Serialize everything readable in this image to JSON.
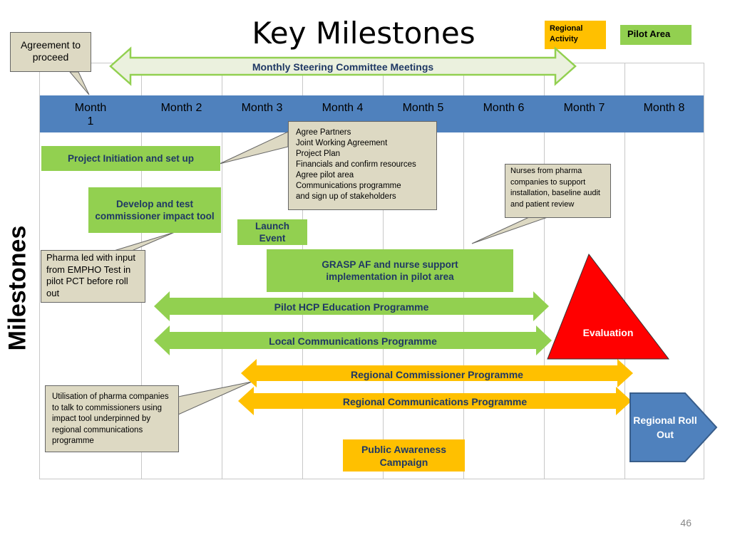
{
  "title": "Key Milestones",
  "legend": {
    "regional": "Regional Activity",
    "pilot": "Pilot Area"
  },
  "months": [
    "Month\n1",
    "Month 2",
    "Month 3",
    "Month 4",
    "Month 5",
    "Month 6",
    "Month 7",
    "Month 8"
  ],
  "callouts": {
    "agreement": "Agreement to proceed",
    "agree_partners": [
      "Agree Partners",
      "Joint Working Agreement",
      "Project Plan",
      "Financials and confirm resources",
      "Agree pilot area",
      "Communications programme",
      "and sign up of stakeholders"
    ],
    "nurses": "Nurses from pharma companies to support installation, baseline audit and patient review",
    "pharma": "Pharma led with input from EMPHO Test in pilot PCT before  roll out",
    "utilisation": "Utilisation of pharma companies to talk to commissioners using impact tool underpinned by regional communications programme"
  },
  "arrows": {
    "steering": "Monthly Steering Committee Meetings",
    "pilot_hcp": "Pilot HCP Education Programme",
    "local_comms": "Local Communications Programme",
    "regional_commissioner": "Regional Commissioner Programme",
    "regional_comms": "Regional Communications Programme"
  },
  "boxes": {
    "project_initiation": "Project Initiation and set up",
    "develop_tool": "Develop and test commissioner impact tool",
    "launch_event": "Launch Event",
    "grasp": "GRASP AF and nurse support implementation in pilot area",
    "public_awareness": "Public Awareness Campaign"
  },
  "evaluation": "Evaluation",
  "regional_rollout": "Regional Roll Out",
  "side_label": "Milestones",
  "page_number": "46",
  "colors": {
    "month_bar": "#4f81bd",
    "pilot_green": "#92d050",
    "regional_yellow": "#ffc000",
    "evaluation_red": "#ff0000",
    "rollout_blue": "#4f81bd",
    "callout": "#ddd9c3"
  }
}
